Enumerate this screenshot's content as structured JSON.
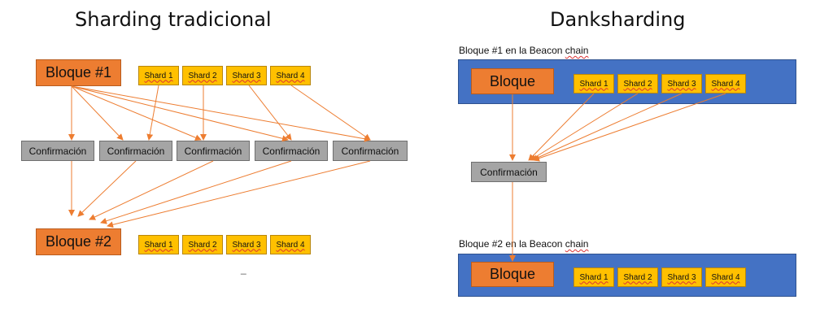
{
  "left": {
    "title": "Sharding tradicional",
    "block1": "Bloque #1",
    "block2": "Bloque #2",
    "shards_top": [
      "Shard 1",
      "Shard 2",
      "Shard 3",
      "Shard 4"
    ],
    "confirmations": [
      "Confirmación",
      "Confirmación",
      "Confirmación",
      "Confirmación",
      "Confirmación"
    ],
    "shards_bottom": [
      "Shard 1",
      "Shard 2",
      "Shard 3",
      "Shard 4"
    ],
    "stray_mark": "_"
  },
  "right": {
    "title": "Danksharding",
    "beacon1_label_prefix": "Bloque #1 en la Beacon ",
    "beacon1_label_chain": "chain",
    "beacon2_label_prefix": "Bloque #2 en la Beacon ",
    "beacon2_label_chain": "chain",
    "block_top": "Bloque",
    "block_bottom": "Bloque",
    "shards_top": [
      "Shard 1",
      "Shard 2",
      "Shard 3",
      "Shard 4"
    ],
    "confirmation": "Confirmación",
    "shards_bottom": [
      "Shard 1",
      "Shard 2",
      "Shard 3",
      "Shard 4"
    ]
  },
  "colors": {
    "block": "#ed7d31",
    "shard": "#ffc000",
    "confirmation": "#a5a5a5",
    "beacon_band": "#4472c4",
    "arrow": "#ed7d31"
  }
}
